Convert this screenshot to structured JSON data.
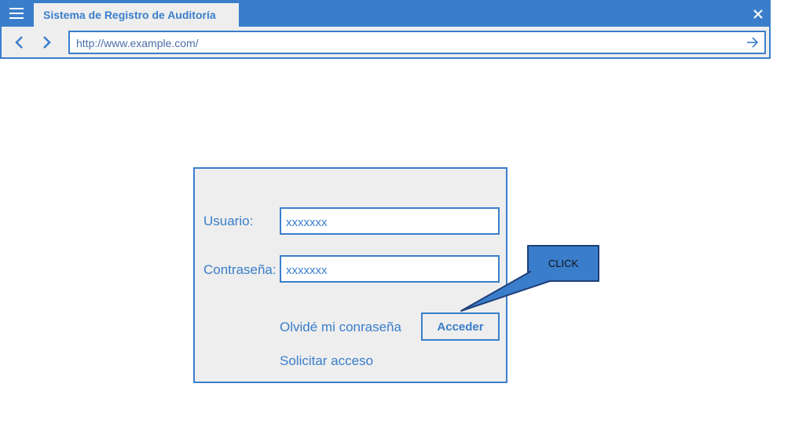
{
  "browser": {
    "tab_title": "Sistema de Registro de Auditoría",
    "url": "http://www.example.com/",
    "icons": {
      "menu": "hamburger-menu-icon",
      "close": "close-icon",
      "back": "chevron-left-icon",
      "forward": "chevron-right-icon",
      "go": "arrow-right-icon"
    }
  },
  "login": {
    "username_label": "Usuario:",
    "username_value": "xxxxxxx",
    "password_label": "Contraseña:",
    "password_value": "xxxxxxx",
    "forgot_link": "Olvidé mi conraseña",
    "submit_label": "Acceder",
    "request_access_link": "Solicitar acceso"
  },
  "annotation": {
    "callout_text": "CLICK"
  },
  "colors": {
    "accent": "#3a7ecb",
    "panel_bg": "#eeeeee",
    "callout_fill": "#3a7ecb",
    "callout_border": "#1f3f78"
  }
}
